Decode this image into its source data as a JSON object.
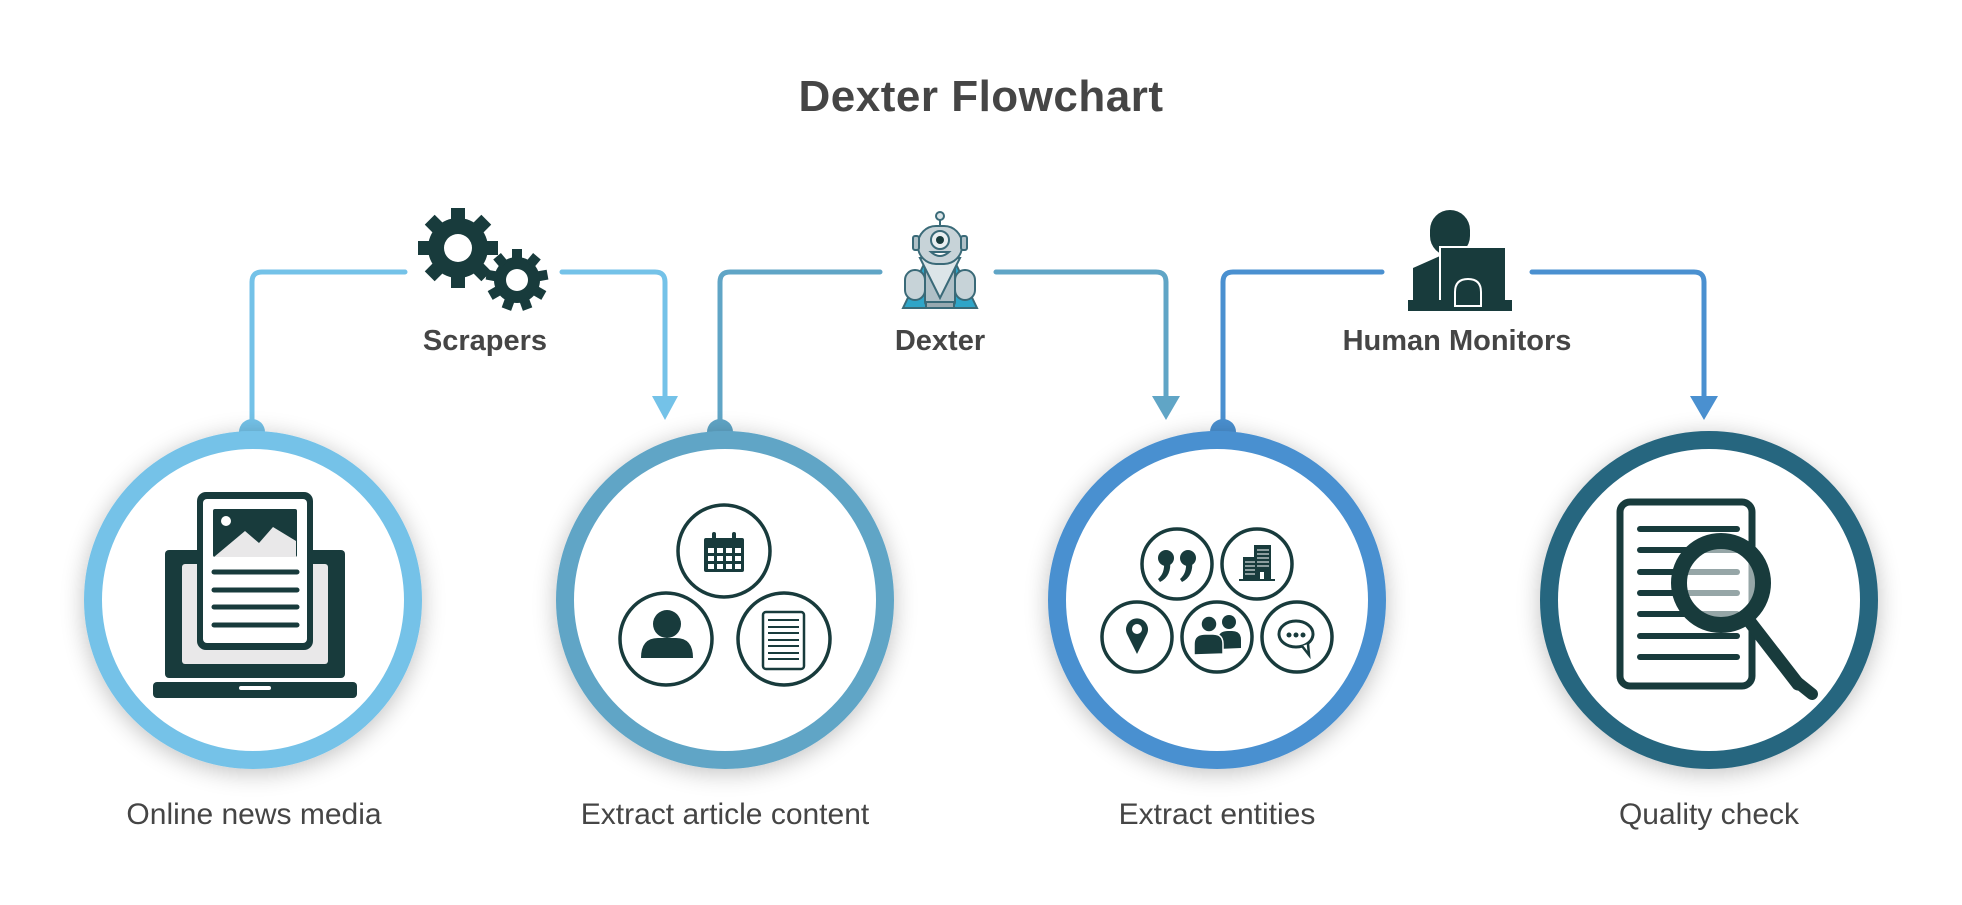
{
  "title": "Dexter Flowchart",
  "colors": {
    "step1": "#74C2E8",
    "step2": "#60A5C6",
    "step3": "#4A90D0",
    "step4": "#28667F",
    "icon_dark": "#183B3C",
    "text": "#454545"
  },
  "actors": [
    {
      "label": "Scrapers",
      "icon": "gears-icon"
    },
    {
      "label": "Dexter",
      "icon": "robot-icon"
    },
    {
      "label": "Human Monitors",
      "icon": "person-at-computer-icon"
    }
  ],
  "steps": [
    {
      "label": "Online news media",
      "icon": "laptop-article-icon"
    },
    {
      "label": "Extract article content",
      "icon": "content-cluster-icon",
      "sub_icons": [
        "calendar-icon",
        "person-icon",
        "document-icon"
      ]
    },
    {
      "label": "Extract entities",
      "icon": "entities-cluster-icon",
      "sub_icons": [
        "quote-icon",
        "building-icon",
        "location-pin-icon",
        "people-icon",
        "chat-bubble-icon"
      ]
    },
    {
      "label": "Quality check",
      "icon": "document-magnifier-icon"
    }
  ]
}
